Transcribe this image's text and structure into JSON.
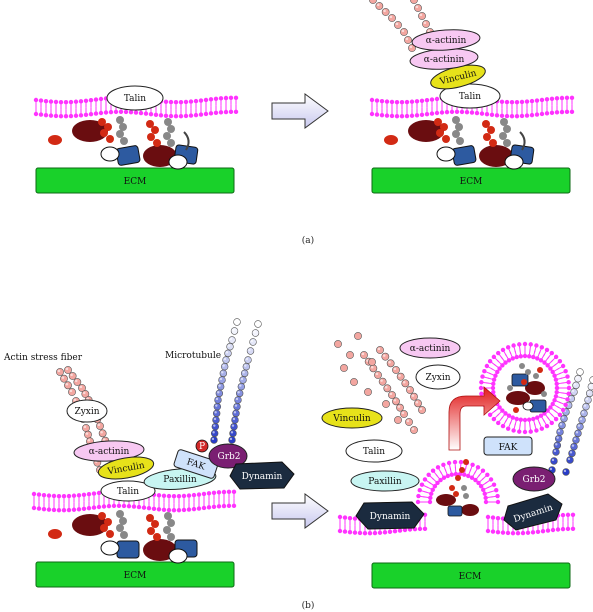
{
  "panel_a": {
    "caption": "(a)",
    "left": {
      "ecm": "ECM",
      "talin": "Talin"
    },
    "right": {
      "ecm": "ECM",
      "talin": "Talin",
      "vinculin": "Vinculin",
      "alpha_actinin_1": "α-actinin",
      "alpha_actinin_2": "α-actinin"
    }
  },
  "panel_b": {
    "caption": "(b)",
    "actin_stress_fiber": "Actin stress fiber",
    "microtubule": "Microtubule",
    "left": {
      "ecm": "ECM",
      "zyxin": "Zyxin",
      "alpha_actinin": "α-actinin",
      "vinculin": "Vinculin",
      "talin": "Talin",
      "paxillin": "Paxillin",
      "fak": "FAK",
      "p": "P",
      "grb2": "Grb2",
      "dynamin": "Dynamin"
    },
    "right": {
      "ecm": "ECM",
      "alpha_actinin": "α-actinin",
      "zyxin": "Zyxin",
      "vinculin": "Vinculin",
      "talin": "Talin",
      "paxillin": "Paxillin",
      "fak": "FAK",
      "grb2": "Grb2",
      "dynamin_1": "Dynamin",
      "dynamin_2": "Dynamin"
    }
  },
  "colors": {
    "ecm": "#19d12a",
    "membrane": "#ff33ff",
    "talin": "#ffffff",
    "vinculin": "#e7e21a",
    "alpha_actinin": "#f7c8f2",
    "zyxin": "#ffffff",
    "paxillin": "#c8f5f2",
    "fak": "#cfe2fb",
    "grb2": "#7a1f72",
    "dynamin": "#1b2b3f",
    "actin": "#f3a6a0",
    "microtubule": "#3a4ec9",
    "phospho": "#d22a2a",
    "arrow": "#dcdcf5"
  }
}
